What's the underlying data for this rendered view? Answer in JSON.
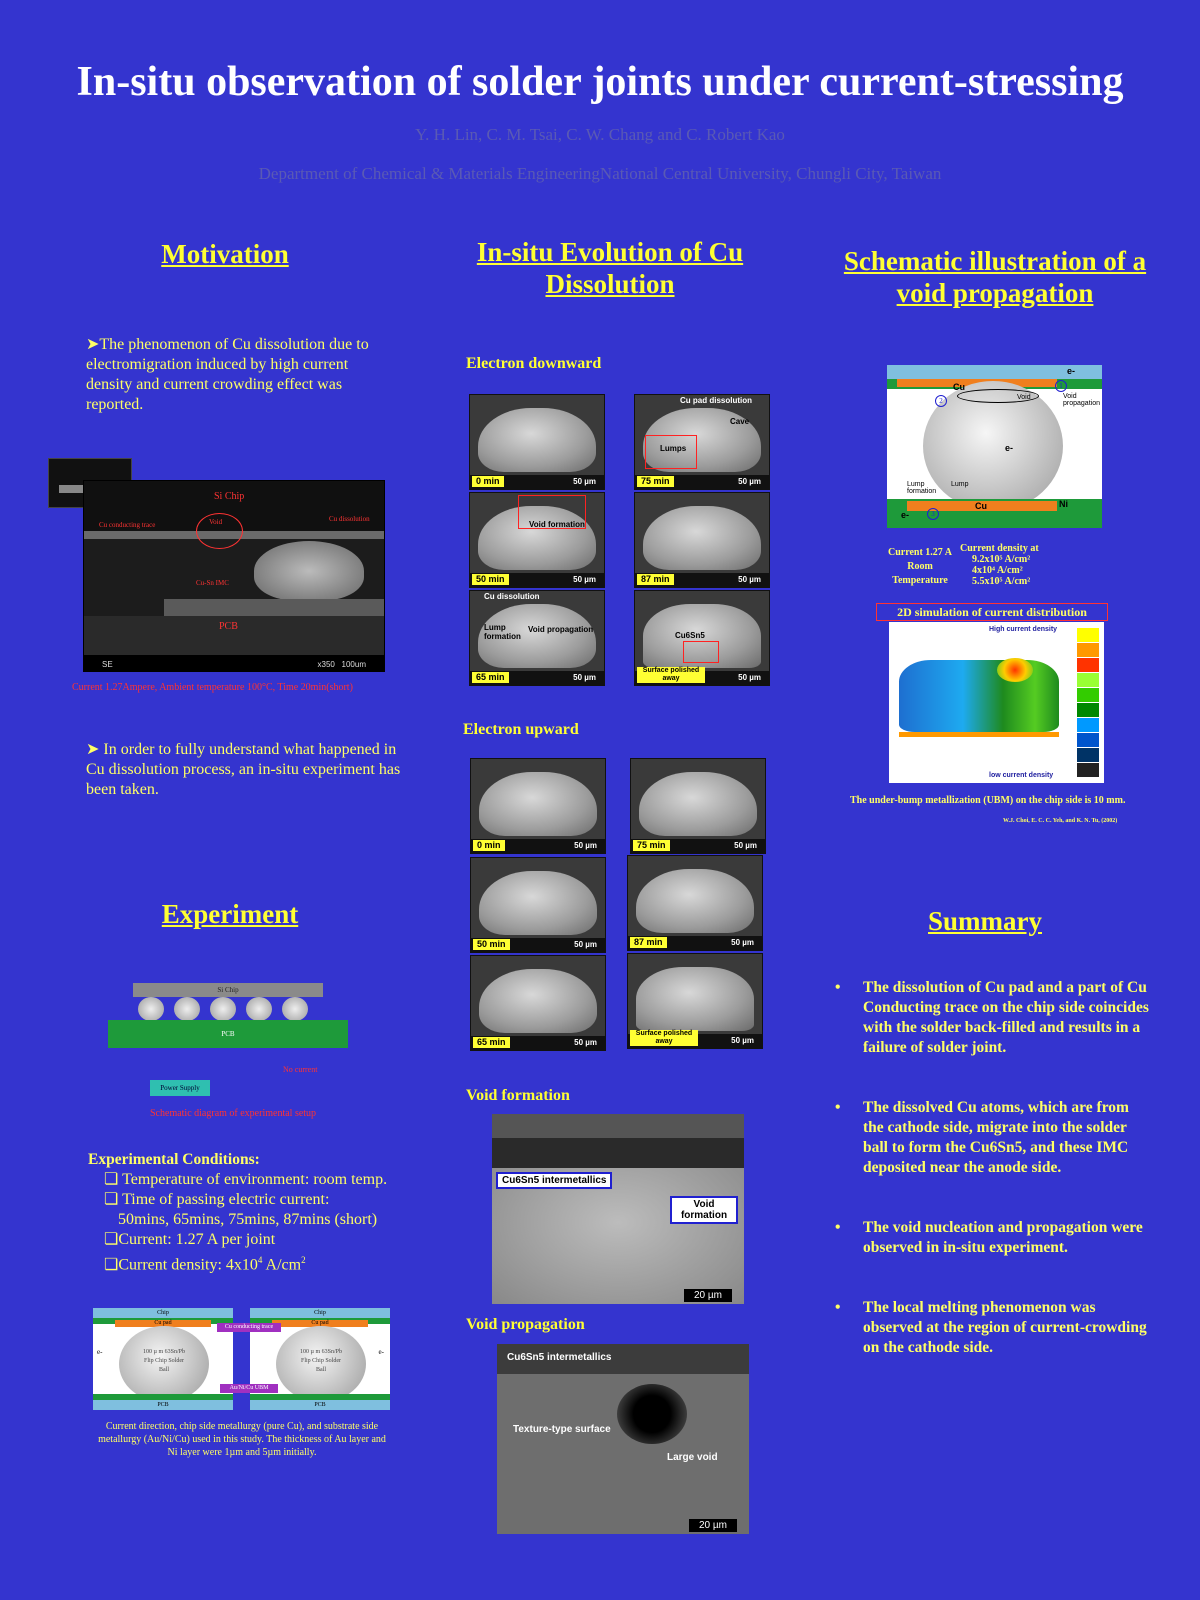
{
  "header": {
    "title": "In-situ observation of solder joints under current-stressing",
    "authors": "Y. H. Lin, C. M. Tsai, C. W. Chang and C. Robert Kao",
    "affiliation": "Department of Chemical & Materials EngineeringNational Central University, Chungli City, Taiwan"
  },
  "motivation": {
    "heading": "Motivation",
    "point1": "The phenomenon of Cu dissolution due to electromigration induced by high current density and current crowding effect was reported.",
    "figure_labels": {
      "si_chip": "Si Chip",
      "pcb": "PCB",
      "cu_trace": "Cu conducting trace",
      "cu_dissolution": "Cu dissolution",
      "cu_sn_imc": "Cu-Sn IMC",
      "void": "Void",
      "sem_left": "SE",
      "sem_right": "x350   100um"
    },
    "figure_caption": "Current 1.27Ampere, Ambient temperature 100°C, Time 20min(short)",
    "point2": "In order to fully understand what happened in Cu dissolution process, an in-situ experiment has been taken."
  },
  "experiment": {
    "heading": "Experiment",
    "setup_labels": {
      "si_chip": "Si Chip",
      "pcb": "PCB",
      "power_supply": "Power Supply",
      "no_current": "No current"
    },
    "setup_caption": "Schematic diagram of experimental setup",
    "conditions_title": "Experimental Conditions:",
    "conditions": [
      "Temperature of environment: room temp.",
      "Time of passing electric current:",
      "50mins, 65mins, 75mins, 87mins (short)",
      "Current: 1.27 A per joint",
      "Current density: 4x10"
    ],
    "density_sup": "4",
    "density_unit": " A/cm",
    "density_unit_sup": "2",
    "bump_labels": {
      "chip": "Chip",
      "cu_pad": "Cu pad",
      "pcb": "PCB",
      "ball_line1": "100 µ m 63Sn/Pb",
      "ball_line2": "Flip Chip Solder",
      "ball_line3": "Ball",
      "cu_trace": "Cu conducting trace",
      "ubm": "Au/Ni/Cu UBM",
      "e_minus": "e-"
    },
    "bump_caption": "Current direction, chip side metallurgy (pure Cu), and substrate side metallurgy (Au/Ni/Cu) used in this study. The thickness of Au layer and Ni layer were 1µm and 5µm initially."
  },
  "evolution": {
    "heading": "In-situ Evolution of Cu Dissolution",
    "downward_title": "Electron downward",
    "upward_title": "Electron upward",
    "scale": "50 µm",
    "down_images": [
      {
        "time": "0 min",
        "annotations": []
      },
      {
        "time": "75 min",
        "annotations": [
          "Cu pad dissolution",
          "Cave",
          "Lumps"
        ]
      },
      {
        "time": "50 min",
        "annotations": [
          "Void formation"
        ]
      },
      {
        "time": "87 min",
        "annotations": []
      },
      {
        "time": "65 min",
        "annotations": [
          "Cu dissolution",
          "Lump formation",
          "Void propagation"
        ]
      },
      {
        "time": "Surface polished away",
        "annotations": [
          "Cu6Sn5"
        ]
      }
    ],
    "up_images": [
      {
        "time": "0 min"
      },
      {
        "time": "75 min"
      },
      {
        "time": "50 min"
      },
      {
        "time": "87 min"
      },
      {
        "time": "65 min"
      },
      {
        "time": "Surface polished away"
      }
    ],
    "void_formation_title": "Void formation",
    "vf_label1": "Cu6Sn5 intermetallics",
    "vf_label2": "Void formation",
    "vf_scale": "20 µm",
    "void_propagation_title": "Void propagation",
    "vp_label1": "Cu6Sn5 intermetallics",
    "vp_label2": "Texture-type surface",
    "vp_label3": "Large void",
    "vp_scale": "20 µm"
  },
  "schematic": {
    "heading": "Schematic illustration of a void propagation",
    "labels": {
      "e_top": "e-",
      "cu_top": "Cu",
      "void": "Void",
      "void_prop": "Void propagation",
      "e_mid": "e-",
      "lump_formation": "Lump formation",
      "lump": "Lump",
      "ni": "Ni",
      "cu_bottom": "Cu",
      "e_bottom": "e-",
      "n1": "1",
      "n2": "2",
      "n3": "3"
    },
    "current_label": "Current 1.27 A",
    "room_label": "Room",
    "temp_label": "Temperature",
    "density_title": "Current density at",
    "densities": [
      "9.2x10⁵ A/cm²",
      "4x10⁴ A/cm²",
      "5.5x10⁵ A/cm²"
    ],
    "sim_title": "2D simulation of current distribution",
    "sim_high": "High current density",
    "sim_low": "low current density",
    "scale_colors": [
      "#ffff00",
      "#ff9900",
      "#ff3300",
      "#99ff33",
      "#33cc00",
      "#008800",
      "#0099ff",
      "#0055cc",
      "#003366",
      "#222222"
    ],
    "ubm_note": "The under-bump metallization (UBM) on the chip side is 10 mm.",
    "reference": "W.J. Choi, E. C. C. Yeh, and K. N. Tu, (2002)"
  },
  "summary": {
    "heading": "Summary",
    "items": [
      "The dissolution of Cu pad and a part of Cu    Conducting trace on the chip side coincides with the solder back-filled and results in a failure of solder joint.",
      "The dissolved Cu atoms, which are from the cathode side, migrate into the solder ball to form the Cu6Sn5, and these IMC deposited near the anode side.",
      "The void nucleation and propagation were observed in in-situ experiment.",
      "The local melting phenomenon was observed at the region of current-crowding on the cathode side."
    ]
  }
}
